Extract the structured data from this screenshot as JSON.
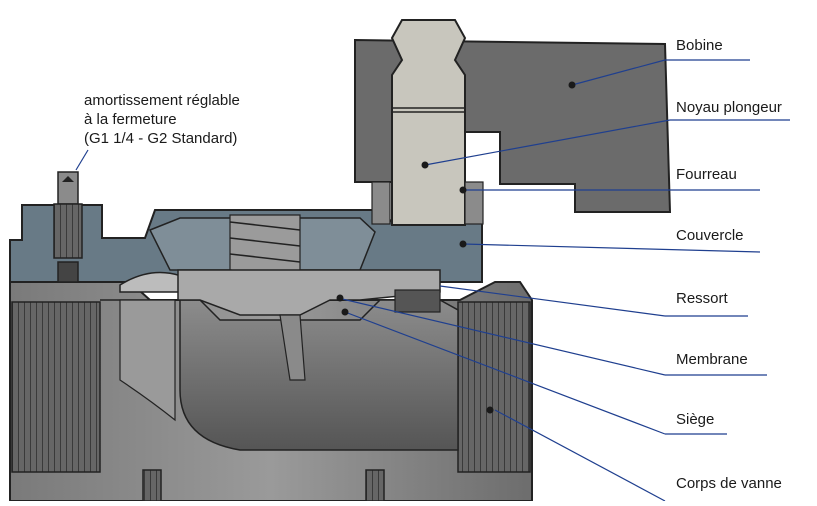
{
  "annotation": {
    "line1": "amortissement réglable",
    "line2": "à la fermeture",
    "line3": "(G1 1/4 - G2 Standard)"
  },
  "labels": {
    "bobine": "Bobine",
    "noyau": "Noyau plongeur",
    "fourreau": "Fourreau",
    "couvercle": "Couvercle",
    "ressort": "Ressort",
    "membrane": "Membrane",
    "siege": "Siège",
    "corps": "Corps de vanne"
  },
  "colors": {
    "coil": "#6b6b6b",
    "body": "#8a8a8a",
    "cover": "#687a86",
    "core": "#c8c6bd",
    "leader": "#1f3f8f"
  }
}
